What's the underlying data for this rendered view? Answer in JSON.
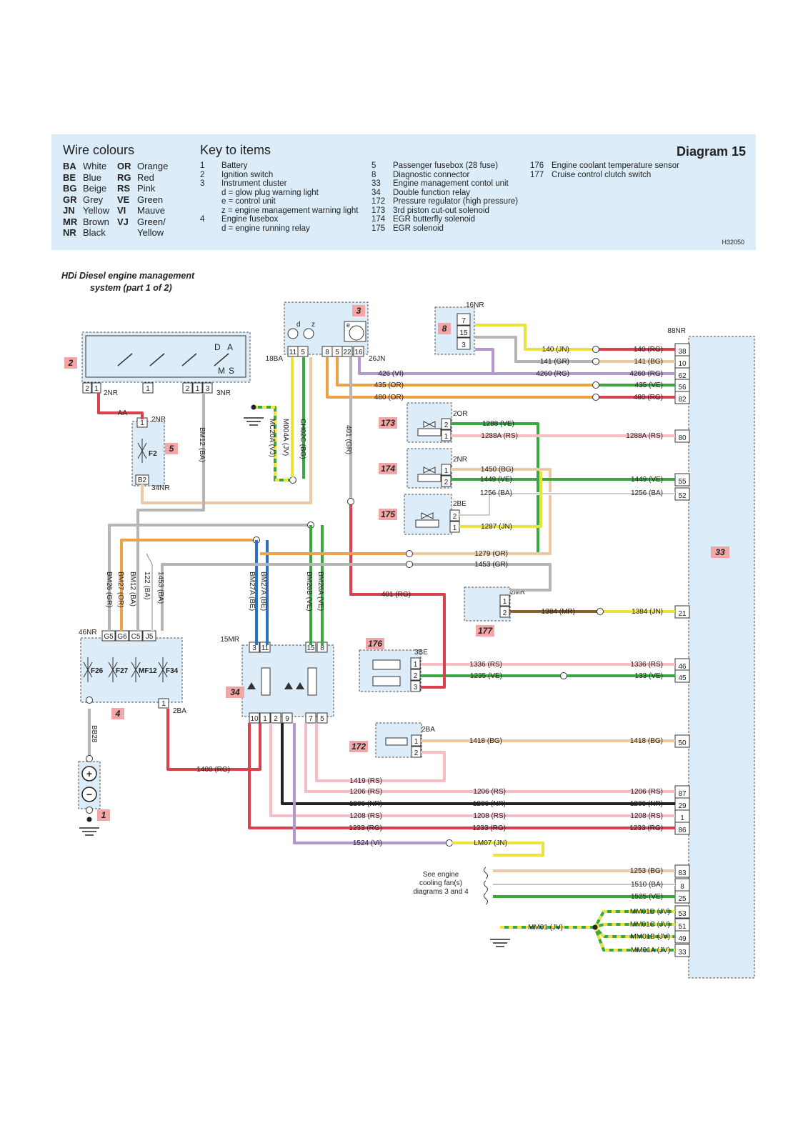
{
  "header": {
    "wire_colours_title": "Wire colours",
    "key_title": "Key to items",
    "diagram_title": "Diagram 15",
    "ref": "H32050"
  },
  "wire_colours": [
    {
      "code": "BA",
      "name": "White"
    },
    {
      "code": "BE",
      "name": "Blue"
    },
    {
      "code": "BG",
      "name": "Beige"
    },
    {
      "code": "GR",
      "name": "Grey"
    },
    {
      "code": "JN",
      "name": "Yellow"
    },
    {
      "code": "MR",
      "name": "Brown"
    },
    {
      "code": "NR",
      "name": "Black"
    },
    {
      "code": "OR",
      "name": "Orange"
    },
    {
      "code": "RG",
      "name": "Red"
    },
    {
      "code": "RS",
      "name": "Pink"
    },
    {
      "code": "VE",
      "name": "Green"
    },
    {
      "code": "VI",
      "name": "Mauve"
    },
    {
      "code": "VJ",
      "name": "Green/"
    },
    {
      "code": "",
      "name": "Yellow"
    }
  ],
  "key_items": {
    "col1": [
      {
        "num": "1",
        "text": "Battery"
      },
      {
        "num": "2",
        "text": "Ignition switch"
      },
      {
        "num": "3",
        "text": "Instrument cluster"
      },
      {
        "num": "",
        "text": "d  =  glow plug warning light"
      },
      {
        "num": "",
        "text": "e  =  control unit"
      },
      {
        "num": "",
        "text": "z  =  engine management warning light"
      },
      {
        "num": "4",
        "text": "Engine fusebox"
      },
      {
        "num": "",
        "text": "d  =  engine running relay"
      }
    ],
    "col2": [
      {
        "num": "5",
        "text": "Passenger fusebox (28 fuse)"
      },
      {
        "num": "8",
        "text": "Diagnostic connector"
      },
      {
        "num": "33",
        "text": "Engine management contol unit"
      },
      {
        "num": "34",
        "text": "Double function relay"
      },
      {
        "num": "172",
        "text": "Pressure regulator (high pressure)"
      },
      {
        "num": "173",
        "text": "3rd piston cut-out solenoid"
      },
      {
        "num": "174",
        "text": "EGR butterfly solenoid"
      },
      {
        "num": "175",
        "text": "EGR solenoid"
      }
    ],
    "col3": [
      {
        "num": "176",
        "text": "Engine coolant temperature sensor"
      },
      {
        "num": "177",
        "text": "Cruise control clutch switch"
      }
    ]
  },
  "caption": {
    "line1": "HDi Diesel engine management",
    "line2": "system (part 1 of 2)"
  },
  "colors": {
    "panel": "#dcecf8",
    "tag": "#f4a6a6",
    "red": "#d9414f",
    "green": "#3aa842",
    "yellow": "#ece23a",
    "orange": "#f0a045",
    "grey": "#b5b5b5",
    "beige": "#ecc9a3",
    "pink": "#f6bec4",
    "mauve": "#b597cf",
    "blue": "#2a72c0",
    "black": "#222222",
    "brown": "#8a6030"
  },
  "diagram": {
    "tags": [
      "2",
      "3",
      "4",
      "5",
      "8",
      "1",
      "33",
      "34",
      "173",
      "174",
      "175",
      "176",
      "177",
      "172"
    ],
    "connector_labels": [
      "16NR",
      "88NR",
      "18BA",
      "26JN",
      "2NR",
      "3NR",
      "2NR",
      "34NR",
      "46NR",
      "2BA",
      "15MR",
      "2OR",
      "2NR",
      "2BE",
      "2MR",
      "3BE",
      "2BA"
    ],
    "pin_labels": {
      "item2_a": [
        "2",
        "1"
      ],
      "item2_b": [
        "1"
      ],
      "item2_c": [
        "2",
        "1",
        "3"
      ],
      "item3": [
        "11",
        "5",
        "8",
        "5",
        "22",
        "16"
      ],
      "item8": [
        "7",
        "15",
        "3"
      ],
      "item5": [
        "1",
        "B2"
      ],
      "item4": [
        "G5",
        "G6",
        "C5",
        "J5",
        "1"
      ],
      "item34_top": [
        "3",
        "11",
        "15",
        "8"
      ],
      "item34_bot": [
        "10",
        "1",
        "2",
        "9",
        "7",
        "5"
      ],
      "item173": [
        "2",
        "1"
      ],
      "item174": [
        "1",
        "2"
      ],
      "item175": [
        "2",
        "1"
      ],
      "item177": [
        "1",
        "2"
      ],
      "item176": [
        "1",
        "2",
        "3"
      ],
      "item172": [
        "1",
        "2"
      ],
      "ecu": [
        "38",
        "10",
        "62",
        "56",
        "82",
        "80",
        "55",
        "52",
        "21",
        "46",
        "45",
        "50",
        "87",
        "29",
        "1",
        "86",
        "83",
        "8",
        "25",
        "53",
        "51",
        "49",
        "33"
      ]
    },
    "fuse_labels": [
      "F2",
      "F26",
      "F27",
      "MF12",
      "F34"
    ],
    "switch_labels": {
      "d": "D",
      "a": "A",
      "m": "M",
      "s": "S",
      "e": "e",
      "dd": "d",
      "z": "z"
    },
    "wire_labels": [
      "140 (JN)",
      "140 (RG)",
      "141 (GR)",
      "141 (BG)",
      "4260 (RG)",
      "4260 (RG)",
      "426 (VI)",
      "435 (OR)",
      "435 (VE)",
      "480 (OR)",
      "480 (RG)",
      "1288 (VE)",
      "1288A (RS)",
      "1288A (RS)",
      "1450 (BG)",
      "1449 (VE)",
      "1449 (VE)",
      "1256 (BA)",
      "1256 (BA)",
      "1287 (JN)",
      "1279 (OR)",
      "1453 (GR)",
      "401 (RG)",
      "1384 (MR)",
      "1384 (JN)",
      "1336 (RS)",
      "1336 (RS)",
      "1235 (VE)",
      "133 (VE)",
      "1418 (BG)",
      "1418 (BG)",
      "1400 (RG)",
      "1419 (RS)",
      "1206 (RS)",
      "1206 (RS)",
      "1206 (RS)",
      "1206 (NR)",
      "1206 (NR)",
      "1206 (NR)",
      "1208 (RS)",
      "1208 (RS)",
      "1208 (RS)",
      "1233 (RG)",
      "1233 (RG)",
      "1233 (RG)",
      "1524 (VI)",
      "LM07 (JN)",
      "1253 (BG)",
      "1510 (BA)",
      "1525 (VE)",
      "MM01D (JV)",
      "MM01C (JV)",
      "MM01B (JV)",
      "MM01A (JV)",
      "MM01 (JV)",
      "AA"
    ],
    "vertical_labels": [
      "BM12 (BA)",
      "MC20A (VJ)",
      "M004A (JV)",
      "CH02C (BG)",
      "401 (GR)",
      "BM26 (GR)",
      "BM27 (OR)",
      "BM12 (BA)",
      "122 (BA)",
      "1453 (BA)",
      "BM27A (BE)",
      "BM27A (BE)",
      "BM26B (VE)",
      "BM26A (VE)",
      "BB28"
    ],
    "note": [
      "See engine",
      "cooling fan(s)",
      "diagrams 3 and 4"
    ]
  }
}
